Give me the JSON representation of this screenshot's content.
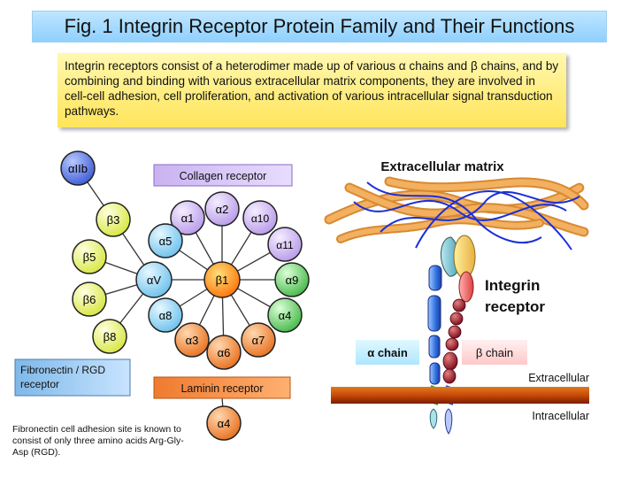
{
  "title": "Fig. 1 Integrin Receptor Protein Family and Their Functions",
  "intro": "Integrin receptors consist of a heterodimer made up of various α chains and β chains, and by combining and binding with various extracellular matrix components, they are involved in cell-cell adhesion, cell proliferation, and activation of various intracellular signal transduction pathways.",
  "left": {
    "collagen_label": "Collagen receptor",
    "laminin_label": "Laminin receptor",
    "fibronectin_label": "Fibronectin / RGD receptor",
    "note": "Fibronectin cell adhesion site is known to consist of only three amino acids Arg-Gly-Asp (RGD).",
    "nodes": {
      "aIIb": "αIIb",
      "b3": "β3",
      "b5": "β5",
      "b6": "β6",
      "b8": "β8",
      "aV": "αV",
      "b1": "β1",
      "a1": "α1",
      "a2": "α2",
      "a10": "α10",
      "a11": "α11",
      "a5": "α5",
      "a9": "α9",
      "a8": "α8",
      "a4r": "α4",
      "a3": "α3",
      "a6": "α6",
      "a7": "α7",
      "a4b": "α4"
    }
  },
  "right": {
    "ecm_label": "Extracellular matrix",
    "integrin_line1": "Integrin",
    "integrin_line2": "receptor",
    "alpha_chain": "α chain",
    "beta_chain": "β chain",
    "extracellular": "Extracellular",
    "intracellular": "Intracellular"
  },
  "colors": {
    "purple": "#c9b3f0",
    "yellow": "#eef56a",
    "blue": "#8fd3f2",
    "orange": "#f28a3a",
    "green": "#6fd070",
    "membrane": "#c85a10"
  }
}
